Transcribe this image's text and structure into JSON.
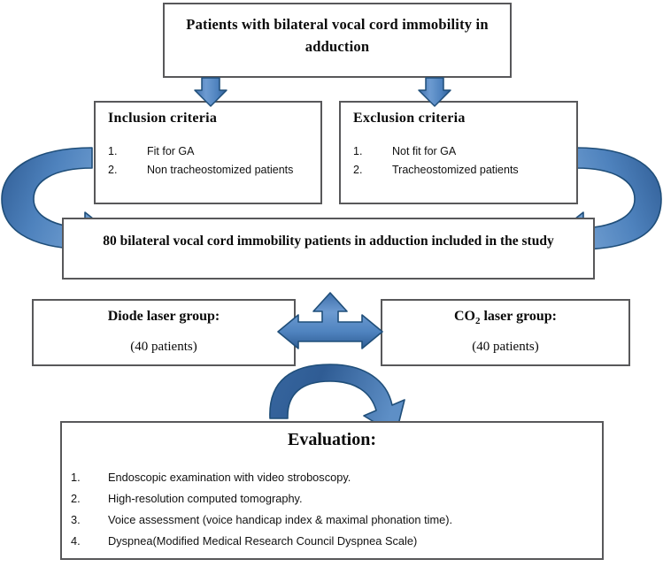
{
  "diagram": {
    "title": "Study flowchart for bilateral vocal cord immobility in adduction",
    "colors": {
      "arrow_fill_light": "#5b8fc7",
      "arrow_fill_dark": "#3a6ea8",
      "arrow_stroke": "#1f4e79",
      "box_border": "#58585a",
      "text": "#0a0a0a",
      "background": "#ffffff"
    },
    "top_box": {
      "text": "Patients with bilateral vocal cord immobility in adduction"
    },
    "inclusion_box": {
      "heading": "Inclusion criteria",
      "items": [
        {
          "number": "1.",
          "text": "Fit for GA"
        },
        {
          "number": "2.",
          "text": "Non tracheostomized patients"
        }
      ]
    },
    "exclusion_box": {
      "heading": "Exclusion criteria",
      "items": [
        {
          "number": "1.",
          "text": "Not fit for GA"
        },
        {
          "number": "2.",
          "text": "Tracheostomized patients"
        }
      ]
    },
    "central_box": {
      "text": "80 bilateral vocal cord immobility patients in adduction included in the study"
    },
    "diode_group": {
      "title": "Diode laser group:",
      "subtitle": "(40 patients)"
    },
    "co2_group": {
      "title_prefix": "CO",
      "title_subscript": "2",
      "title_suffix": " laser group:",
      "subtitle": "(40 patients)"
    },
    "evaluation_box": {
      "title": "Evaluation:",
      "items": [
        {
          "number": "1.",
          "text": "Endoscopic examination with video stroboscopy."
        },
        {
          "number": "2.",
          "text": "High-resolution computed tomography."
        },
        {
          "number": "3.",
          "text": "Voice assessment (voice handicap index & maximal phonation time)."
        },
        {
          "number": "4.",
          "text": "Dyspnea(Modified Medical Research Council Dyspnea Scale)"
        }
      ]
    },
    "arrows": [
      {
        "name": "arrow-top-to-inclusion",
        "type": "straight-down"
      },
      {
        "name": "arrow-top-to-exclusion",
        "type": "straight-down"
      },
      {
        "name": "arrow-inclusion-curved-left",
        "type": "curved-c-left"
      },
      {
        "name": "arrow-exclusion-curved-right",
        "type": "curved-c-right"
      },
      {
        "name": "arrow-three-way-split",
        "type": "tri-directional"
      },
      {
        "name": "arrow-groups-to-evaluation",
        "type": "curved-arc"
      }
    ]
  }
}
